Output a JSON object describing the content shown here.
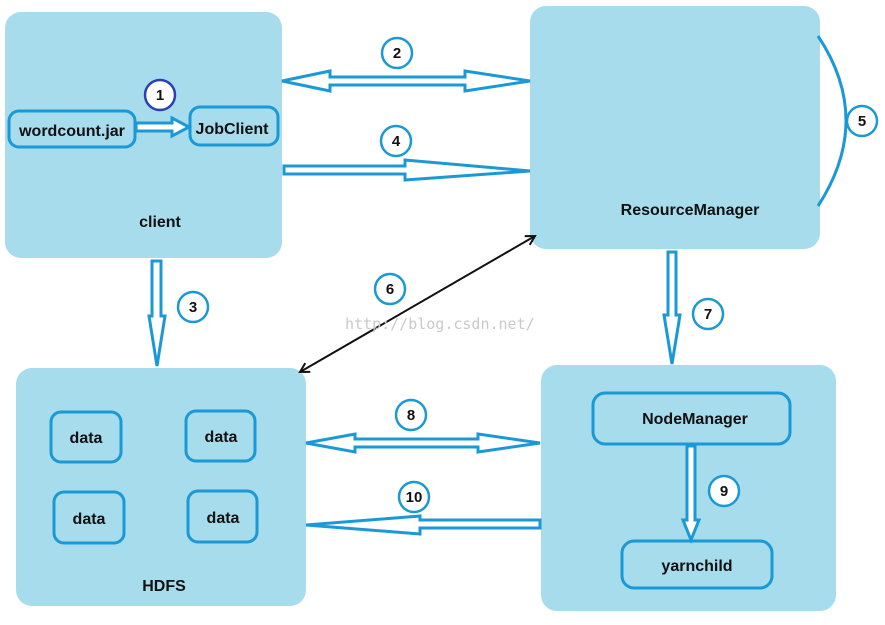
{
  "nodes": {
    "client": "client",
    "wordcount_jar": "wordcount.jar",
    "job_client": "JobClient",
    "resource_manager": "ResourceManager",
    "hdfs": "HDFS",
    "data_labels": [
      "data",
      "data",
      "data",
      "data"
    ],
    "node_manager": "NodeManager",
    "yarnchild": "yarnchild"
  },
  "steps": [
    "1",
    "2",
    "3",
    "4",
    "5",
    "6",
    "7",
    "8",
    "9",
    "10"
  ],
  "watermark": "http://blog.csdn.net/",
  "colors": {
    "box_fill": "#a6dcec",
    "arrow_stroke": "#1b99d6",
    "step1_stroke": "#2e3eb8",
    "black_arrow": "#111111"
  }
}
